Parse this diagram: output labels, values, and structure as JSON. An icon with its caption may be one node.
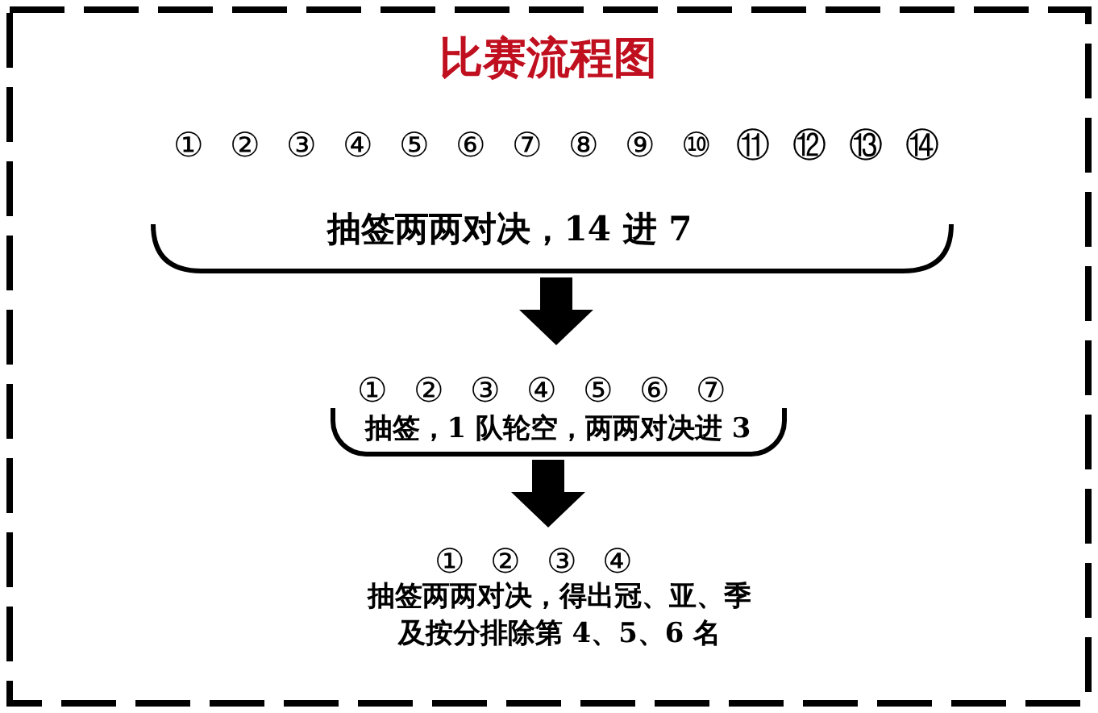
{
  "diagram": {
    "title": "比赛流程图",
    "nodes": [
      {
        "text": [
          "①",
          "②",
          "③",
          "④",
          "⑤",
          "⑥",
          "⑦",
          "⑧",
          "⑨",
          "⑩",
          "⑪",
          "⑫",
          "⑬",
          "⑭",
          "抽签两两对决，14 进 7"
        ]
      },
      {
        "text": [
          "①",
          "②",
          "③",
          "④",
          "⑤",
          "⑥",
          "⑦",
          "抽签，1 队轮空，两两对决进 3"
        ]
      },
      {
        "text": [
          "①",
          "②",
          "③",
          "④",
          "抽签两两对决，得出冠、亚、季及按分排除第 4、5、6 名"
        ]
      }
    ],
    "edges": [
      {
        "from": 0,
        "to": 1,
        "arrow": "to"
      },
      {
        "from": 1,
        "to": 2,
        "arrow": "to"
      }
    ]
  }
}
